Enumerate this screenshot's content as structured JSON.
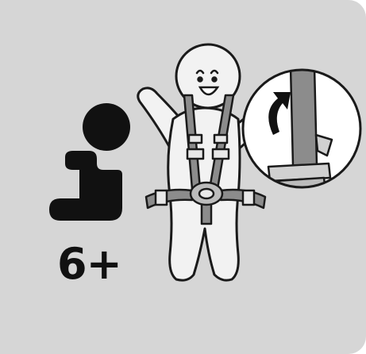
{
  "age_label": "6+",
  "icons": {
    "seated_child": "seated-child-icon",
    "child_figure": "child-figure",
    "harness": "five-point-harness",
    "detail": "strap-adjust-detail",
    "arrow": "curved-arrow-icon"
  },
  "colors": {
    "background": "#d6d6d6",
    "silhouette": "#111111",
    "figure_fill": "#f2f2f2",
    "strap": "#8c8c8c",
    "outline": "#1a1a1a"
  }
}
